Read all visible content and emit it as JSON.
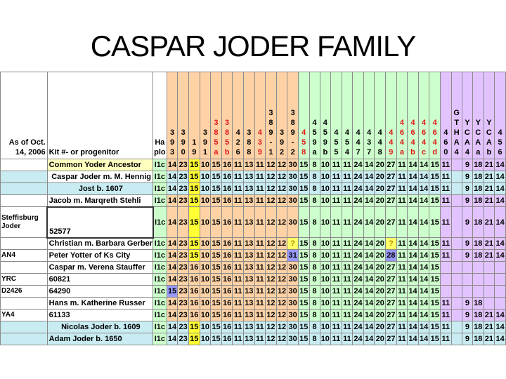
{
  "title": "CASPAR JODER FAMILY",
  "header": {
    "as_of": "As of Oct. 14, 2006",
    "kit_label": "Kit #- or progenitor",
    "haplo_label": "Ha plo"
  },
  "columns": [
    {
      "lines": [
        "3",
        "9",
        "3"
      ],
      "group": "orange"
    },
    {
      "lines": [
        "3",
        "9",
        "0"
      ],
      "group": "orange"
    },
    {
      "lines": [
        "1",
        "9"
      ],
      "group": "orange"
    },
    {
      "lines": [
        "3",
        "9",
        "1"
      ],
      "group": "orange"
    },
    {
      "lines": [
        "3",
        "8",
        "5",
        "a"
      ],
      "group": "orange",
      "red": true
    },
    {
      "lines": [
        "3",
        "8",
        "5",
        "b"
      ],
      "group": "orange",
      "red": true
    },
    {
      "lines": [
        "4",
        "2",
        "6"
      ],
      "group": "orange"
    },
    {
      "lines": [
        "3",
        "8",
        "8"
      ],
      "group": "orange"
    },
    {
      "lines": [
        "4",
        "3",
        "9"
      ],
      "group": "orange",
      "red": true
    },
    {
      "lines": [
        "3",
        "8",
        "9",
        "-",
        "1"
      ],
      "group": "orange"
    },
    {
      "lines": [
        "3",
        "9",
        "2"
      ],
      "group": "orange"
    },
    {
      "lines": [
        "3",
        "8",
        "9",
        "-",
        "2"
      ],
      "group": "orange"
    },
    {
      "lines": [
        "4",
        "5",
        "8"
      ],
      "group": "green",
      "red": true
    },
    {
      "lines": [
        "4",
        "5",
        "9",
        "a"
      ],
      "group": "green"
    },
    {
      "lines": [
        "4",
        "5",
        "9",
        "b"
      ],
      "group": "green"
    },
    {
      "lines": [
        "4",
        "5",
        "5"
      ],
      "group": "green"
    },
    {
      "lines": [
        "4",
        "5",
        "4"
      ],
      "group": "green"
    },
    {
      "lines": [
        "4",
        "4",
        "7"
      ],
      "group": "green"
    },
    {
      "lines": [
        "4",
        "3",
        "7"
      ],
      "group": "green"
    },
    {
      "lines": [
        "4",
        "4",
        "8"
      ],
      "group": "green"
    },
    {
      "lines": [
        "4",
        "4",
        "9"
      ],
      "group": "green",
      "red": true
    },
    {
      "lines": [
        "4",
        "6",
        "4",
        "a"
      ],
      "group": "green",
      "red": true
    },
    {
      "lines": [
        "4",
        "6",
        "4",
        "b"
      ],
      "group": "green",
      "red": true
    },
    {
      "lines": [
        "4",
        "6",
        "4",
        "c"
      ],
      "group": "green",
      "red": true
    },
    {
      "lines": [
        "4",
        "6",
        "4",
        "d"
      ],
      "group": "green",
      "red": true
    },
    {
      "lines": [
        "4",
        "6",
        "0"
      ],
      "group": "purple"
    },
    {
      "lines": [
        "G",
        "T",
        "H",
        "A",
        "4"
      ],
      "group": "purple"
    },
    {
      "lines": [
        "Y",
        "C",
        "A",
        "4"
      ],
      "group": "purple"
    },
    {
      "lines": [
        "Y",
        "C",
        "A",
        "a"
      ],
      "group": "purple"
    },
    {
      "lines": [
        "Y",
        "C",
        "A",
        "b"
      ],
      "group": "purple"
    },
    {
      "lines": [
        "4",
        "5",
        "6"
      ],
      "group": "purple"
    }
  ],
  "rows": [
    {
      "tag": "",
      "name": "Common Yoder Ancestor",
      "hap": "I1c",
      "band": false,
      "name_bg": "#ffffc0",
      "vals": [
        "14",
        "23",
        "15",
        "10",
        "15",
        "16",
        "11",
        "13",
        "11",
        "12",
        "12",
        "30",
        "15",
        "8",
        "10",
        "11",
        "11",
        "24",
        "14",
        "20",
        "27",
        "11",
        "14",
        "14",
        "15",
        "11",
        "",
        "9",
        "18",
        "21",
        "14"
      ]
    },
    {
      "tag": "",
      "name": "Caspar Joder m. M. Hennig",
      "hap": "I1c",
      "band": true,
      "align": "right",
      "vals": [
        "14",
        "23",
        "15",
        "10",
        "15",
        "16",
        "11",
        "13",
        "11",
        "12",
        "12",
        "30",
        "15",
        "8",
        "10",
        "11",
        "11",
        "24",
        "14",
        "20",
        "27",
        "11",
        "14",
        "14",
        "15",
        "11",
        "",
        "9",
        "18",
        "21",
        "14"
      ]
    },
    {
      "tag": "",
      "name": "Jost b. 1607",
      "hap": "I1c",
      "band": true,
      "align": "center",
      "vals": [
        "14",
        "23",
        "15",
        "10",
        "15",
        "16",
        "11",
        "13",
        "11",
        "12",
        "12",
        "30",
        "15",
        "8",
        "10",
        "11",
        "11",
        "24",
        "14",
        "20",
        "27",
        "11",
        "14",
        "14",
        "15",
        "11",
        "",
        "9",
        "18",
        "21",
        "14"
      ]
    },
    {
      "tag": "",
      "name": "Jacob m. Marqreth Stehli",
      "hap": "I1c",
      "band": false,
      "vals": [
        "14",
        "23",
        "15",
        "10",
        "15",
        "16",
        "11",
        "13",
        "11",
        "12",
        "12",
        "30",
        "15",
        "8",
        "10",
        "11",
        "11",
        "24",
        "14",
        "20",
        "27",
        "11",
        "14",
        "14",
        "15",
        "11",
        "",
        "9",
        "18",
        "21",
        "14"
      ]
    },
    {
      "tag": "Steffisburg Joder",
      "name": "52577",
      "hap": "I1c",
      "band": false,
      "tall": true,
      "boxed": true,
      "vals": [
        "14",
        "23",
        "15",
        "10",
        "15",
        "16",
        "11",
        "13",
        "11",
        "12",
        "12",
        "30",
        "15",
        "8",
        "10",
        "11",
        "11",
        "24",
        "14",
        "20",
        "27",
        "11",
        "14",
        "14",
        "15",
        "11",
        "",
        "9",
        "18",
        "21",
        "14"
      ]
    },
    {
      "tag": "",
      "name": "Christian m. Barbara Gerber",
      "hap": "I1c",
      "band": false,
      "vals": [
        "14",
        "23",
        "15",
        "10",
        "15",
        "16",
        "11",
        "13",
        "11",
        "12",
        "12",
        "?",
        "15",
        "8",
        "10",
        "11",
        "11",
        "24",
        "14",
        "20",
        "?",
        "11",
        "14",
        "14",
        "15",
        "11",
        "",
        "9",
        "18",
        "21",
        "14"
      ]
    },
    {
      "tag": "AN4",
      "name": "Peter Yotter of Ks City",
      "hap": "I1c",
      "band": false,
      "vals": [
        "14",
        "23",
        "15",
        "10",
        "15",
        "16",
        "11",
        "13",
        "11",
        "12",
        "12",
        "31",
        "15",
        "8",
        "10",
        "11",
        "11",
        "24",
        "14",
        "20",
        "28",
        "11",
        "14",
        "14",
        "15",
        "11",
        "",
        "9",
        "18",
        "21",
        "14"
      ]
    },
    {
      "tag": "",
      "name": "Caspar m. Verena Stauffer",
      "hap": "I1c",
      "band": false,
      "vals": [
        "14",
        "23",
        "16",
        "10",
        "15",
        "16",
        "11",
        "13",
        "11",
        "12",
        "12",
        "30",
        "15",
        "8",
        "10",
        "11",
        "11",
        "24",
        "14",
        "20",
        "27",
        "11",
        "14",
        "14",
        "15",
        "",
        "",
        "",
        "",
        "",
        ""
      ]
    },
    {
      "tag": "YRC",
      "name": "60821",
      "hap": "I1c",
      "band": false,
      "vals": [
        "14",
        "23",
        "16",
        "10",
        "15",
        "16",
        "11",
        "13",
        "11",
        "12",
        "12",
        "30",
        "15",
        "8",
        "10",
        "11",
        "11",
        "24",
        "14",
        "20",
        "27",
        "11",
        "14",
        "14",
        "15",
        "",
        "",
        "",
        "",
        "",
        ""
      ]
    },
    {
      "tag": "D2426",
      "name": "64290",
      "hap": "I1c",
      "band": false,
      "vals": [
        "15",
        "23",
        "16",
        "10",
        "15",
        "16",
        "11",
        "13",
        "11",
        "12",
        "12",
        "30",
        "15",
        "8",
        "10",
        "11",
        "11",
        "24",
        "14",
        "20",
        "27",
        "11",
        "14",
        "14",
        "15",
        "",
        "",
        "",
        "",
        "",
        ""
      ]
    },
    {
      "tag": "",
      "name": "Hans m. Katherine Russer",
      "hap": "I1c",
      "band": false,
      "vals": [
        "14",
        "23",
        "16",
        "10",
        "15",
        "16",
        "11",
        "13",
        "11",
        "12",
        "12",
        "30",
        "15",
        "8",
        "10",
        "11",
        "11",
        "24",
        "14",
        "20",
        "27",
        "11",
        "14",
        "14",
        "15",
        "11",
        "",
        "9",
        "18",
        "",
        ""
      ]
    },
    {
      "tag": "YA4",
      "name": "61133",
      "hap": "I1c",
      "band": false,
      "vals": [
        "14",
        "23",
        "16",
        "10",
        "15",
        "16",
        "11",
        "13",
        "11",
        "12",
        "12",
        "30",
        "15",
        "8",
        "10",
        "11",
        "11",
        "24",
        "14",
        "20",
        "27",
        "11",
        "14",
        "14",
        "15",
        "11",
        "",
        "9",
        "18",
        "21",
        "14"
      ]
    },
    {
      "tag": "",
      "name": "Nicolas Joder b. 1609",
      "hap": "I1c",
      "band": true,
      "align": "center",
      "vals": [
        "14",
        "23",
        "15",
        "10",
        "15",
        "16",
        "11",
        "13",
        "11",
        "12",
        "12",
        "30",
        "15",
        "8",
        "10",
        "11",
        "11",
        "24",
        "14",
        "20",
        "27",
        "11",
        "14",
        "14",
        "15",
        "11",
        "",
        "9",
        "18",
        "21",
        "14"
      ]
    },
    {
      "tag": "",
      "name": "Adam Joder b. 1650",
      "hap": "I1c",
      "band": true,
      "vals": [
        "14",
        "23",
        "15",
        "10",
        "15",
        "16",
        "11",
        "13",
        "11",
        "12",
        "12",
        "30",
        "15",
        "8",
        "10",
        "11",
        "11",
        "24",
        "14",
        "20",
        "27",
        "11",
        "14",
        "14",
        "15",
        "11",
        "",
        "9",
        "18",
        "21",
        "14"
      ]
    }
  ],
  "colors": {
    "orange": "#ffd2a6",
    "green": "#ccffcc",
    "purple": "#e3c3ff",
    "band": "#c8ecf2",
    "highlight_yellow": "#ffff33",
    "highlight_blue": "#9999ff",
    "mutation_yellow": "#ffff66",
    "header_red": "#e01818"
  },
  "highlights": [
    {
      "row": 0,
      "col": 2,
      "color": "highlight_yellow"
    },
    {
      "row": 1,
      "col": 2,
      "color": "highlight_yellow"
    },
    {
      "row": 2,
      "col": 2,
      "color": "highlight_yellow"
    },
    {
      "row": 3,
      "col": 2,
      "color": "highlight_yellow"
    },
    {
      "row": 4,
      "col": 2,
      "color": "highlight_yellow"
    },
    {
      "row": 5,
      "col": 2,
      "color": "highlight_yellow"
    },
    {
      "row": 6,
      "col": 2,
      "color": "highlight_yellow"
    },
    {
      "row": 12,
      "col": 2,
      "color": "highlight_yellow"
    },
    {
      "row": 13,
      "col": 2,
      "color": "highlight_yellow"
    },
    {
      "row": 5,
      "col": 11,
      "color": "mutation_yellow"
    },
    {
      "row": 5,
      "col": 20,
      "color": "mutation_yellow"
    },
    {
      "row": 6,
      "col": 11,
      "color": "highlight_blue"
    },
    {
      "row": 6,
      "col": 20,
      "color": "highlight_blue"
    },
    {
      "row": 9,
      "col": 0,
      "color": "highlight_blue"
    }
  ]
}
